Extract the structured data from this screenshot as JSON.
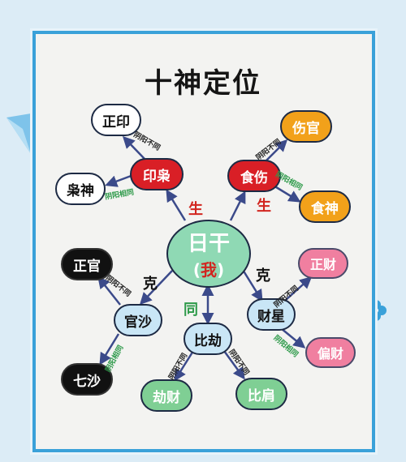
{
  "title": "十神定位",
  "center": {
    "main": "日干",
    "sub": "我",
    "paren_open": "(",
    "paren_close": ")"
  },
  "relations": {
    "sheng": "生",
    "ke": "克",
    "tong": "同"
  },
  "rel_labels": {
    "diff": "阴阳不同",
    "same": "阴阳相同"
  },
  "groups": {
    "yinxiao": {
      "label": "印枭",
      "diff_child": "正印",
      "same_child": "枭神"
    },
    "shishang": {
      "label": "食伤",
      "diff_child": "伤官",
      "same_child": "食神"
    },
    "guansha": {
      "label": "官沙",
      "diff_child": "正官",
      "same_child": "七沙"
    },
    "caixing": {
      "label": "财星",
      "diff_child": "正财",
      "same_child": "偏财"
    },
    "bijie": {
      "label": "比劫",
      "diff_child": "劫财",
      "same_child": "比肩"
    }
  },
  "colors": {
    "border": "#3aa1d9",
    "yinxiao": "#d91f26",
    "shishang": "#f2a11a",
    "center": "#8fd9b4",
    "bijie_children": "#7fcf94",
    "caixing_children": "#f07fa0",
    "guansha_children": "#111111",
    "arrows": "#3b4a8a",
    "same_label": "#2e9a4a"
  },
  "icons": [
    "paper-plane-icon",
    "flower-icon"
  ]
}
